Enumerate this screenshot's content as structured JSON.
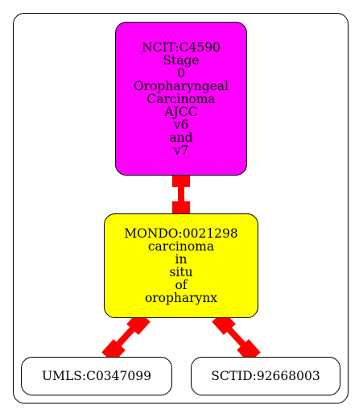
{
  "nodes": {
    "ncit": {
      "lines": [
        "NCIT:C4590",
        "Stage",
        "0",
        "Oropharyngeal",
        "Carcinoma",
        "AJCC",
        "v6",
        "and",
        "v7"
      ],
      "color": "#ff00ff"
    },
    "mondo": {
      "lines": [
        "MONDO:0021298",
        "carcinoma",
        "in",
        "situ",
        "of",
        "oropharynx"
      ],
      "color": "#ffff00"
    },
    "umls": {
      "lines": [
        "UMLS:C0347099"
      ],
      "color": "#ffffff"
    },
    "sctid": {
      "lines": [
        "SCTID:92668003"
      ],
      "color": "#ffffff"
    }
  },
  "edges": [
    {
      "from": "ncit",
      "to": "mondo",
      "color": "#ff0000"
    },
    {
      "from": "mondo",
      "to": "umls",
      "color": "#ff0000"
    },
    {
      "from": "mondo",
      "to": "sctid",
      "color": "#ff0000"
    }
  ]
}
